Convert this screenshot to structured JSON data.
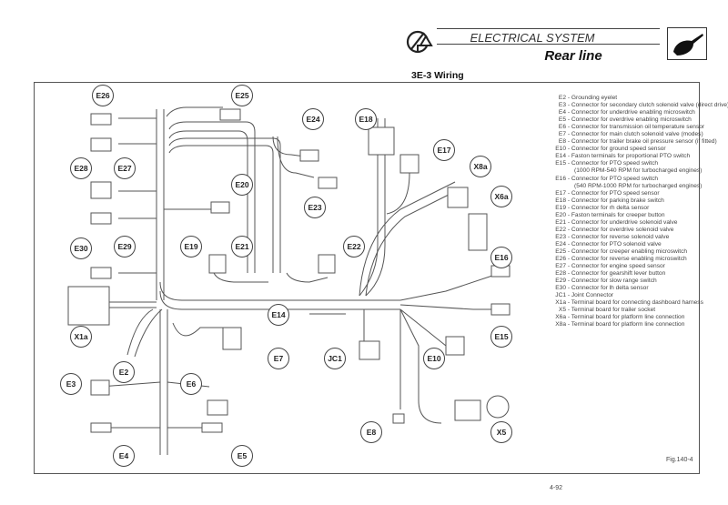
{
  "header": {
    "logo_icon": "company-logo-icon",
    "section": "ELECTRICAL SYSTEM",
    "section_icon": "tractor-hand-icon",
    "subtitle": "Rear line"
  },
  "diagram": {
    "title": "3E-3 Wiring",
    "figure_label": "Fig.140-4",
    "page_number": "4-92",
    "callouts": [
      "E26",
      "E25",
      "E24",
      "E18",
      "E17",
      "X8a",
      "X6a",
      "E28",
      "E27",
      "E20",
      "E23",
      "E19",
      "E29",
      "E21",
      "E22",
      "E30",
      "E16",
      "X1a",
      "E14",
      "E7",
      "JC1",
      "E10",
      "E15",
      "E2",
      "E3",
      "E6",
      "E8",
      "X5",
      "E4",
      "E5"
    ]
  },
  "legend": [
    {
      "code": "E2",
      "text": "Grounding eyelet"
    },
    {
      "code": "E3",
      "text": "Connector for secondary clutch solenoid valve (direct drive)"
    },
    {
      "code": "E4",
      "text": "Connector for underdrive enabling microswitch"
    },
    {
      "code": "E5",
      "text": "Connector for overdrive enabling microswitch"
    },
    {
      "code": "E6",
      "text": "Connector for transmission oil temperature sensor"
    },
    {
      "code": "E7",
      "text": "Connector for main clutch solenoid valve (modes)"
    },
    {
      "code": "E8",
      "text": "Connector for trailer brake oil pressure sensor (if fitted)"
    },
    {
      "code": "E10",
      "text": "Connector for ground speed sensor"
    },
    {
      "code": "E14",
      "text": "Faston terminals for proportional PTO switch"
    },
    {
      "code": "E15",
      "text": "Connector for PTO speed switch",
      "note": "(1000 RPM-540 RPM for turbocharged engines)"
    },
    {
      "code": "E16",
      "text": "Connector for PTO speed switch",
      "note": "(540 RPM-1000 RPM for turbocharged engines)"
    },
    {
      "code": "E17",
      "text": "Connector for PTO speed sensor"
    },
    {
      "code": "E18",
      "text": "Connector for parking brake switch"
    },
    {
      "code": "E19",
      "text": "Connector for rh delta sensor"
    },
    {
      "code": "E20",
      "text": "Faston terminals for creeper button"
    },
    {
      "code": "E21",
      "text": "Connector for underdrive solenoid valve"
    },
    {
      "code": "E22",
      "text": "Connector for overdrive solenoid valve"
    },
    {
      "code": "E23",
      "text": "Connector for reverse solenoid valve"
    },
    {
      "code": "E24",
      "text": "Connector for PTO solenoid valve"
    },
    {
      "code": "E25",
      "text": "Connector for creeper enabling microswitch"
    },
    {
      "code": "E26",
      "text": "Connector for reverse enabling microswitch"
    },
    {
      "code": "E27",
      "text": "Connector for engine speed sensor"
    },
    {
      "code": "E28",
      "text": "Connector for gearshift lever button"
    },
    {
      "code": "E29",
      "text": "Connector for slow range switch"
    },
    {
      "code": "E30",
      "text": "Connector for lh delta sensor"
    },
    {
      "code": "JC1",
      "text": "Joint Connector"
    },
    {
      "code": "X1a",
      "text": "Terminal board for connecting dashboard harness"
    },
    {
      "code": "X5",
      "text": "Terminal board for trailer socket"
    },
    {
      "code": "X6a",
      "text": "Terminal board for platform line connection"
    },
    {
      "code": "X8a",
      "text": "Terminal board for platform line connection"
    }
  ]
}
